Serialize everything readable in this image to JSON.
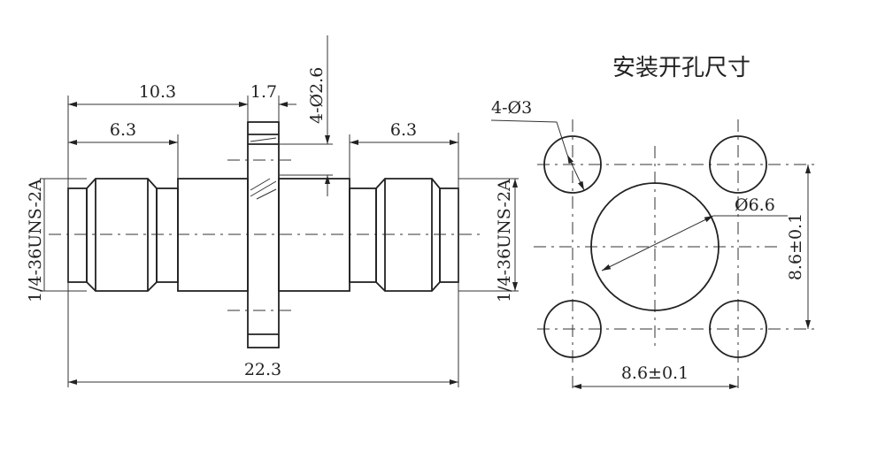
{
  "title": "安装开孔尺寸",
  "side_view": {
    "dim_top": "10.3",
    "dim_flange": "1.7",
    "dim_flange_holes": "4-Ø2.6",
    "dim_left_thread": "6.3",
    "dim_right_thread": "6.3",
    "dim_total": "22.3",
    "thread_left": "1/4-36UNS-2A",
    "thread_right": "1/4-36UNS-2A"
  },
  "mounting_holes": {
    "holes_label": "4-Ø3",
    "center_hole_label": "Ø6.6",
    "spacing_horizontal": "8.6±0.1",
    "spacing_vertical": "8.6±0.1"
  }
}
